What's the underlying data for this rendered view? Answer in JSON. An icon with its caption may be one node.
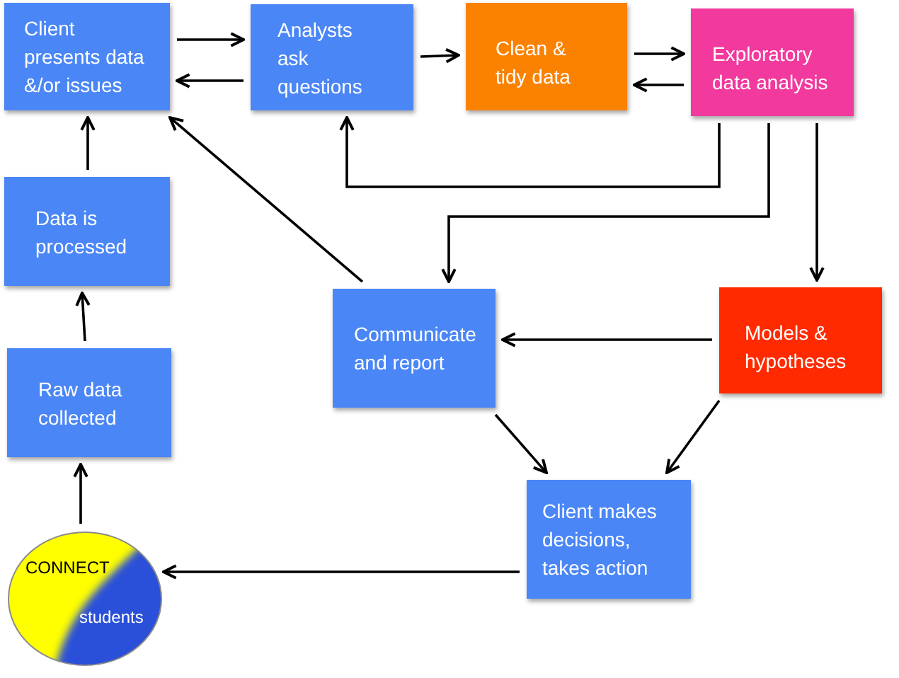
{
  "diagram": {
    "nodes": [
      {
        "text": [
          "Client presents data &/or issues"
        ]
      },
      {
        "text": [
          "Analysts ask questions"
        ]
      },
      {
        "text": [
          "Clean & tidy data"
        ]
      },
      {
        "text": [
          "Exploratory data analysis"
        ]
      },
      {
        "text": [
          "Data is processed"
        ]
      },
      {
        "text": [
          "Raw data collected"
        ]
      },
      {
        "text": [
          "Communicate and report"
        ]
      },
      {
        "text": [
          "Models & hypotheses"
        ]
      },
      {
        "text": [
          "Client makes decisions, takes action"
        ]
      },
      {
        "text": [
          "CONNECT",
          "students"
        ]
      }
    ],
    "edges": [
      {
        "from": 0,
        "to": 1,
        "arrow": "to"
      },
      {
        "from": 1,
        "to": 0,
        "arrow": "to"
      },
      {
        "from": 1,
        "to": 2,
        "arrow": "to"
      },
      {
        "from": 2,
        "to": 3,
        "arrow": "to"
      },
      {
        "from": 3,
        "to": 2,
        "arrow": "to"
      },
      {
        "from": 3,
        "to": 1,
        "arrow": "to"
      },
      {
        "from": 3,
        "to": 6,
        "arrow": "to"
      },
      {
        "from": 3,
        "to": 7,
        "arrow": "to"
      },
      {
        "from": 7,
        "to": 6,
        "arrow": "to"
      },
      {
        "from": 6,
        "to": 0,
        "arrow": "to"
      },
      {
        "from": 6,
        "to": 8,
        "arrow": "to"
      },
      {
        "from": 7,
        "to": 8,
        "arrow": "to"
      },
      {
        "from": 8,
        "to": 9,
        "arrow": "to"
      },
      {
        "from": 9,
        "to": 5,
        "arrow": "to"
      },
      {
        "from": 5,
        "to": 4,
        "arrow": "to"
      },
      {
        "from": 4,
        "to": 0,
        "arrow": "to"
      }
    ]
  }
}
